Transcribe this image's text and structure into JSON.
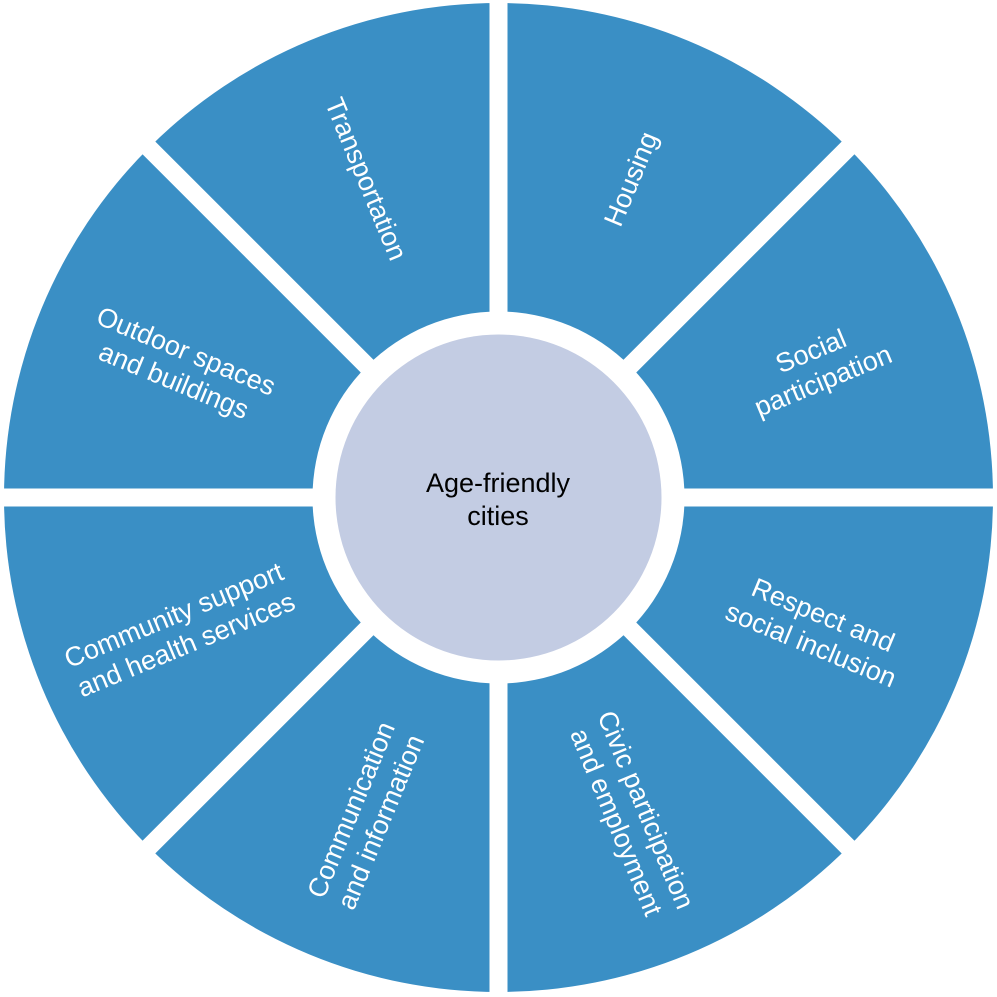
{
  "hub": {
    "lines": [
      "Age-friendly",
      "cities"
    ]
  },
  "segments": [
    {
      "id": "housing",
      "lines": [
        "Housing"
      ]
    },
    {
      "id": "social-participation",
      "lines": [
        "Social",
        "participation"
      ]
    },
    {
      "id": "respect-and-social-inclusion",
      "lines": [
        "Respect and",
        "social inclusion"
      ]
    },
    {
      "id": "civic-participation-and-employment",
      "lines": [
        "Civic participation",
        "and employment"
      ]
    },
    {
      "id": "communication-and-information",
      "lines": [
        "Communication",
        "and information"
      ]
    },
    {
      "id": "community-support-and-health-services",
      "lines": [
        "Community support",
        "and health services"
      ]
    },
    {
      "id": "outdoor-spaces-and-buildings",
      "lines": [
        "Outdoor spaces",
        "and buildings"
      ]
    },
    {
      "id": "transportation",
      "lines": [
        "Transportation"
      ]
    }
  ],
  "colors": {
    "segment_fill": "#3a8fc5",
    "divider": "#ffffff",
    "hub_ring": "#ffffff",
    "hub_fill": "#c3cce3",
    "segment_text": "#ffffff",
    "hub_text": "#000000"
  }
}
